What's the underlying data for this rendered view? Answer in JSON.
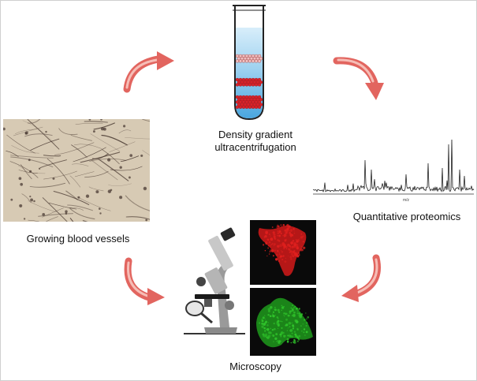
{
  "labels": {
    "density_line1": "Density gradient",
    "density_line2": "ultracentrifugation",
    "proteomics": "Quantitative proteomics",
    "vessels": "Growing blood vessels",
    "microscopy": "Microscopy"
  },
  "spectrum_axis_label": "m/z",
  "colors": {
    "arrow": "#e8736d",
    "arrow_light": "#f7c9c4",
    "tube_liquid": "#9fd2f0",
    "tube_band": "#d9222a",
    "cell_red": "#e0201e",
    "cell_green": "#2fc22a",
    "micrograph_bg": "#d8cbb5"
  },
  "icons": [
    "centrifuge-tube-icon",
    "mass-spectrum-icon",
    "microscope-icon",
    "cycle-arrow-icon"
  ]
}
